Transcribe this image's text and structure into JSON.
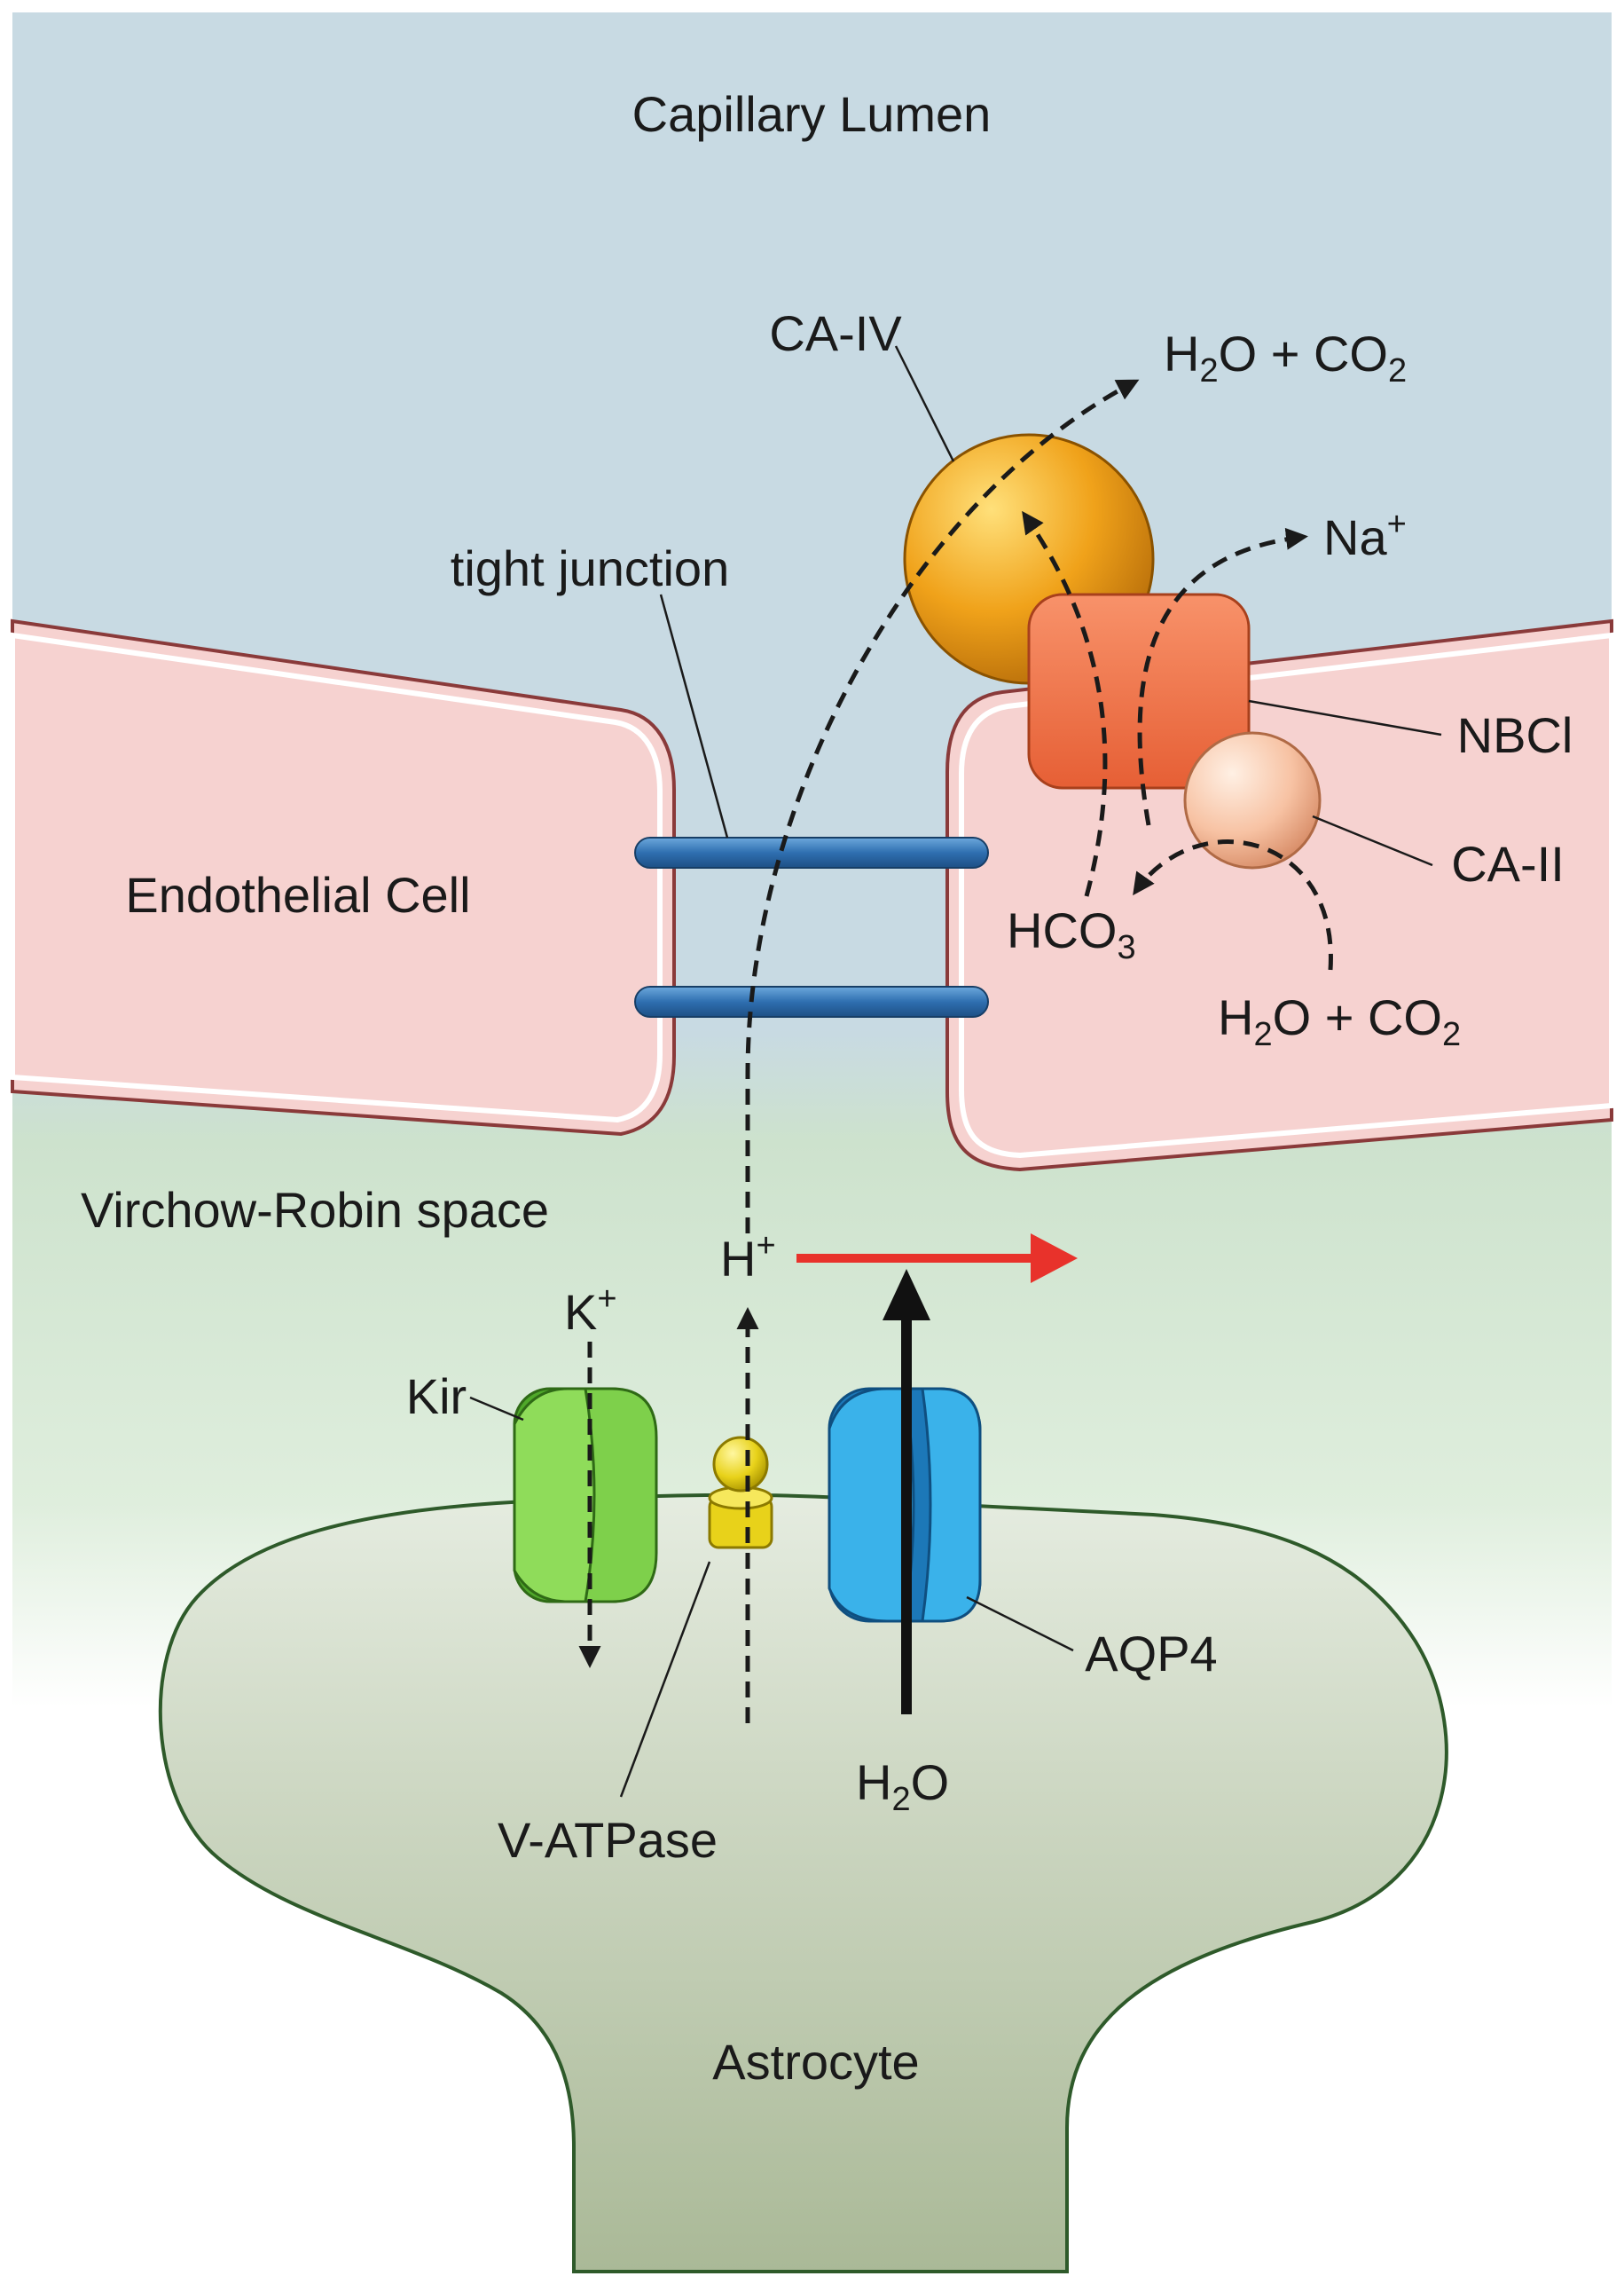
{
  "labels": {
    "capillary_lumen": "Capillary Lumen",
    "ca_iv": "CA-IV",
    "tight_junction": "tight junction",
    "nbci": "NBCl",
    "ca_ii": "CA-II",
    "endothelial_cell": "Endothelial Cell",
    "virchow_robin": "Virchow-Robin space",
    "kir": "Kir",
    "v_atpase": "V-ATPase",
    "aqp4": "AQP4",
    "astrocyte": "Astrocyte"
  },
  "formulas": {
    "h2o": {
      "a": "H",
      "sub": "2",
      "b": "O"
    },
    "h2o_co2_top": {
      "a": "H",
      "sub1": "2",
      "b": "O + CO",
      "sub2": "2"
    },
    "h2o_co2_right": {
      "a": "H",
      "sub1": "2",
      "b": "O + CO",
      "sub2": "2"
    },
    "hco3": {
      "a": "HCO",
      "sub": "3"
    },
    "na_plus": {
      "a": "Na",
      "sup": "+"
    },
    "h_plus": {
      "a": "H",
      "sup": "+"
    },
    "k_plus": {
      "a": "K",
      "sup": "+"
    }
  },
  "colors": {
    "lumen": "#c8dae3",
    "interstitial": "#cfe3cf",
    "endothelial_fill": "#f6d2d0",
    "endothelial_edge": "#8a3a3a",
    "astrocyte_fill": "#c2cfb6",
    "tight_junction": "#2f6fb0",
    "ca_iv": "#f0a21a",
    "nbci": "#f2764a",
    "ca_ii": "#f7c2a3",
    "kir": "#6cc63a",
    "v_atpase": "#e8d21a",
    "aqp4": "#2aa4e0",
    "red_arrow": "#e8322b"
  }
}
